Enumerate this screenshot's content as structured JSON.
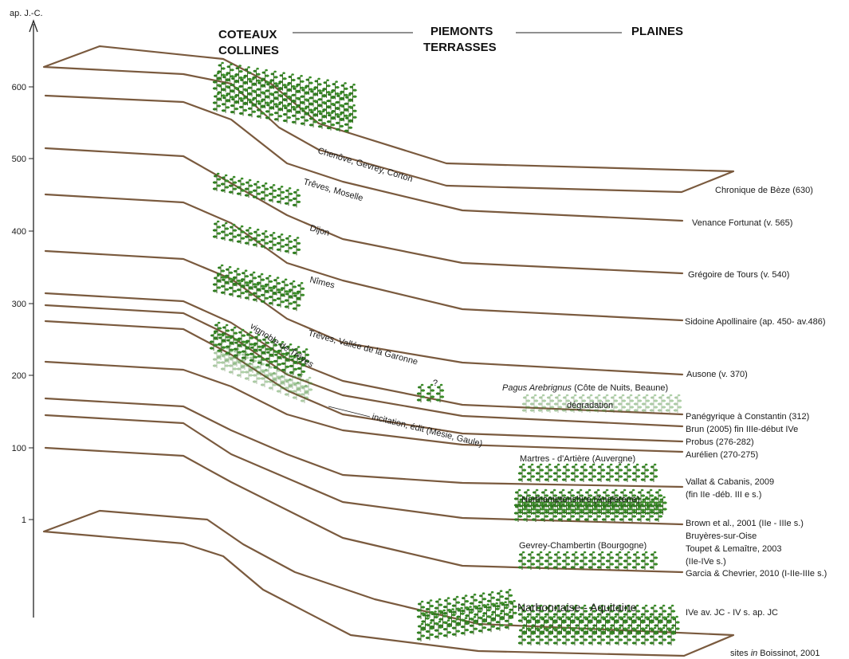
{
  "axis": {
    "unit_label": "ap. J.-C.",
    "ticks": [
      "600",
      "500",
      "400",
      "300",
      "200",
      "100",
      "1"
    ]
  },
  "zones": {
    "a1": "COTEAUX",
    "a2": "COLLINES",
    "b1": "PIEMONTS",
    "b2": "TERRASSES",
    "c": "PLAINES"
  },
  "colors": {
    "layer": "#7a5a3e",
    "vine_dark": "#2f7d1f",
    "vine_light": "#a9d39a"
  },
  "icons": {
    "vine": "vine-plant-icon"
  },
  "slope_labels": {
    "chenove": "Chenôve, Gevrey, Corton",
    "treves_moselle": "Trêves, Moselle",
    "dijon": "Dijon",
    "nimes": "Nîmes",
    "treves_garonne": "Trêves, Vallée de la Garonne",
    "vignoble_treves": "vignoble de Trêves",
    "incitation": "incitation, édit (Mésie, Gaule)",
    "question": "?",
    "degradation": "dégradation"
  },
  "plain_labels": {
    "pagus_it": "Pagus Arebrignus",
    "pagus_rest": " (Côte de Nuits, Beaune)",
    "martres": "Martres - d'Artière (Auvergne)",
    "northampton": "Northamptonshire (Angleterre)",
    "gevrey": "Gevrey-Chambertin (Bourgogne)",
    "narbonnaise": "Narbonnaise - Aquitaine"
  },
  "sources": {
    "beze": "Chronique de Bèze (630)",
    "venance": "Venance Fortunat (v. 565)",
    "gregoire": "Grégoire de Tours (v. 540)",
    "sidoine": "Sidoine Apollinaire (ap. 450- av.486)",
    "ausone": "Ausone (v. 370)",
    "panegyrique": "Panégyrique à Constantin (312)",
    "brun": "Brun (2005) fin IIIe-début IVe",
    "probus": "Probus (276-282)",
    "aurelien": "Aurélien (270-275)",
    "vallat1": "Vallat & Cabanis, 2009",
    "vallat2": "(fin IIe -déb. III e s.)",
    "brown": "Brown et al., 2001 (IIe - IIIe s.)",
    "bruyeres": "Bruyères-sur-Oise",
    "toupet1": "Toupet & Lemaître, 2003",
    "toupet2": "(IIe-IVe s.)",
    "garcia": "Garcia & Chevrier, 2010 (I-IIe-IIIe s.)",
    "ive": "IVe av. JC - IV s. ap. JC",
    "sites_a": "sites ",
    "sites_in": "in",
    "sites_b": " Boissinot,  2001"
  }
}
